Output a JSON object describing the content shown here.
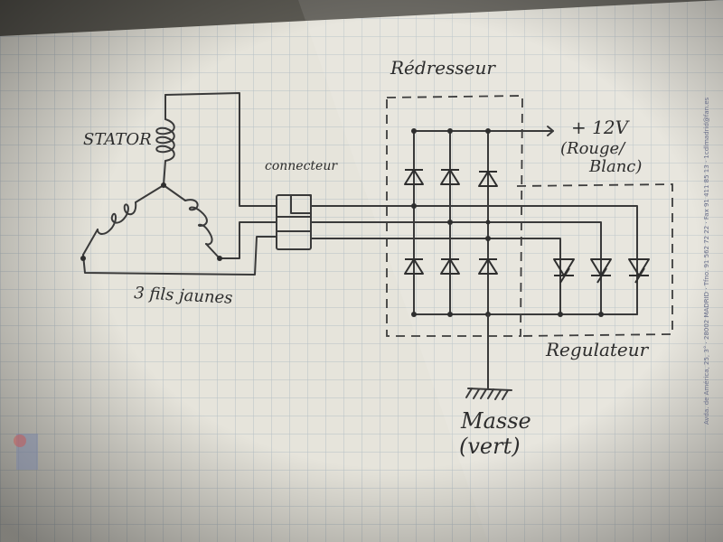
{
  "labels": {
    "stator": "STATOR",
    "connecteur": "connecteur",
    "fils": "3 fils jaunes",
    "redresseur": "Rédresseur",
    "plus12v": "+ 12V",
    "rouge_blanc_1": "(Rouge/",
    "rouge_blanc_2": "Blanc)",
    "regulateur": "Regulateur",
    "masse": "Masse",
    "vert": "(vert)"
  },
  "paper": {
    "side_print": "Avda. de América, 25, 3° · 28002 MADRID · Tfno. 91 562 72 22 · Fax 91 411 85 13 · 1cdlmadrid@fan.es"
  },
  "colors": {
    "paper": "#e6e4db",
    "grid": "#b9c3c9",
    "ink": "#3a3a3a"
  }
}
